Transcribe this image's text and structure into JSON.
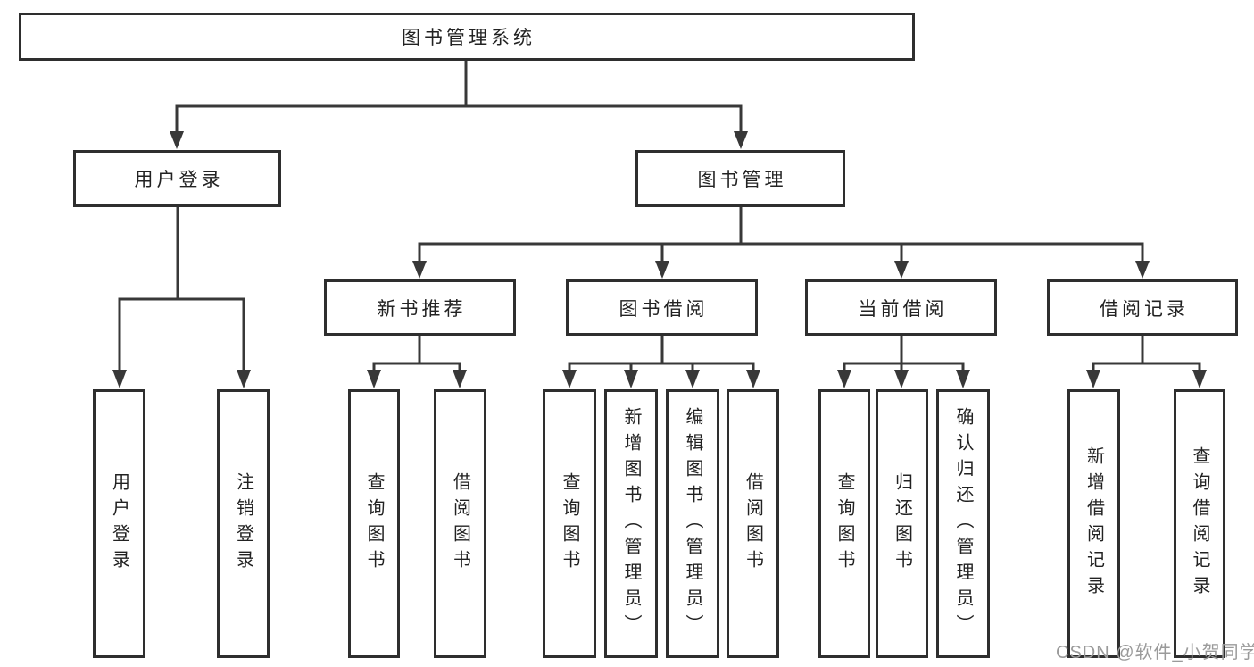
{
  "diagram": {
    "title": "图书管理系统",
    "root": {
      "label": "图书管理系统"
    },
    "branches": [
      {
        "label": "用户登录",
        "children": [
          {
            "label": "用户登录"
          },
          {
            "label": "注销登录"
          }
        ]
      },
      {
        "label": "图书管理",
        "sections": [
          {
            "label": "新书推荐",
            "children": [
              {
                "label": "查询图书"
              },
              {
                "label": "借阅图书"
              }
            ]
          },
          {
            "label": "图书借阅",
            "children": [
              {
                "label": "查询图书"
              },
              {
                "label": "新增图书（管理员）"
              },
              {
                "label": "编辑图书（管理员）"
              },
              {
                "label": "借阅图书"
              }
            ]
          },
          {
            "label": "当前借阅",
            "children": [
              {
                "label": "查询图书"
              },
              {
                "label": "归还图书"
              },
              {
                "label": "确认归还（管理员）"
              }
            ]
          },
          {
            "label": "借阅记录",
            "children": [
              {
                "label": "新增借阅记录"
              },
              {
                "label": "查询借阅记录"
              }
            ]
          }
        ]
      }
    ]
  },
  "watermark": {
    "text": "CSDN @软件_小贺同学",
    "color": "#9a9a9a"
  },
  "colors": {
    "background": "#ffffff",
    "box_border": "#2e2e2e",
    "line": "#383838",
    "text": "#222222"
  }
}
